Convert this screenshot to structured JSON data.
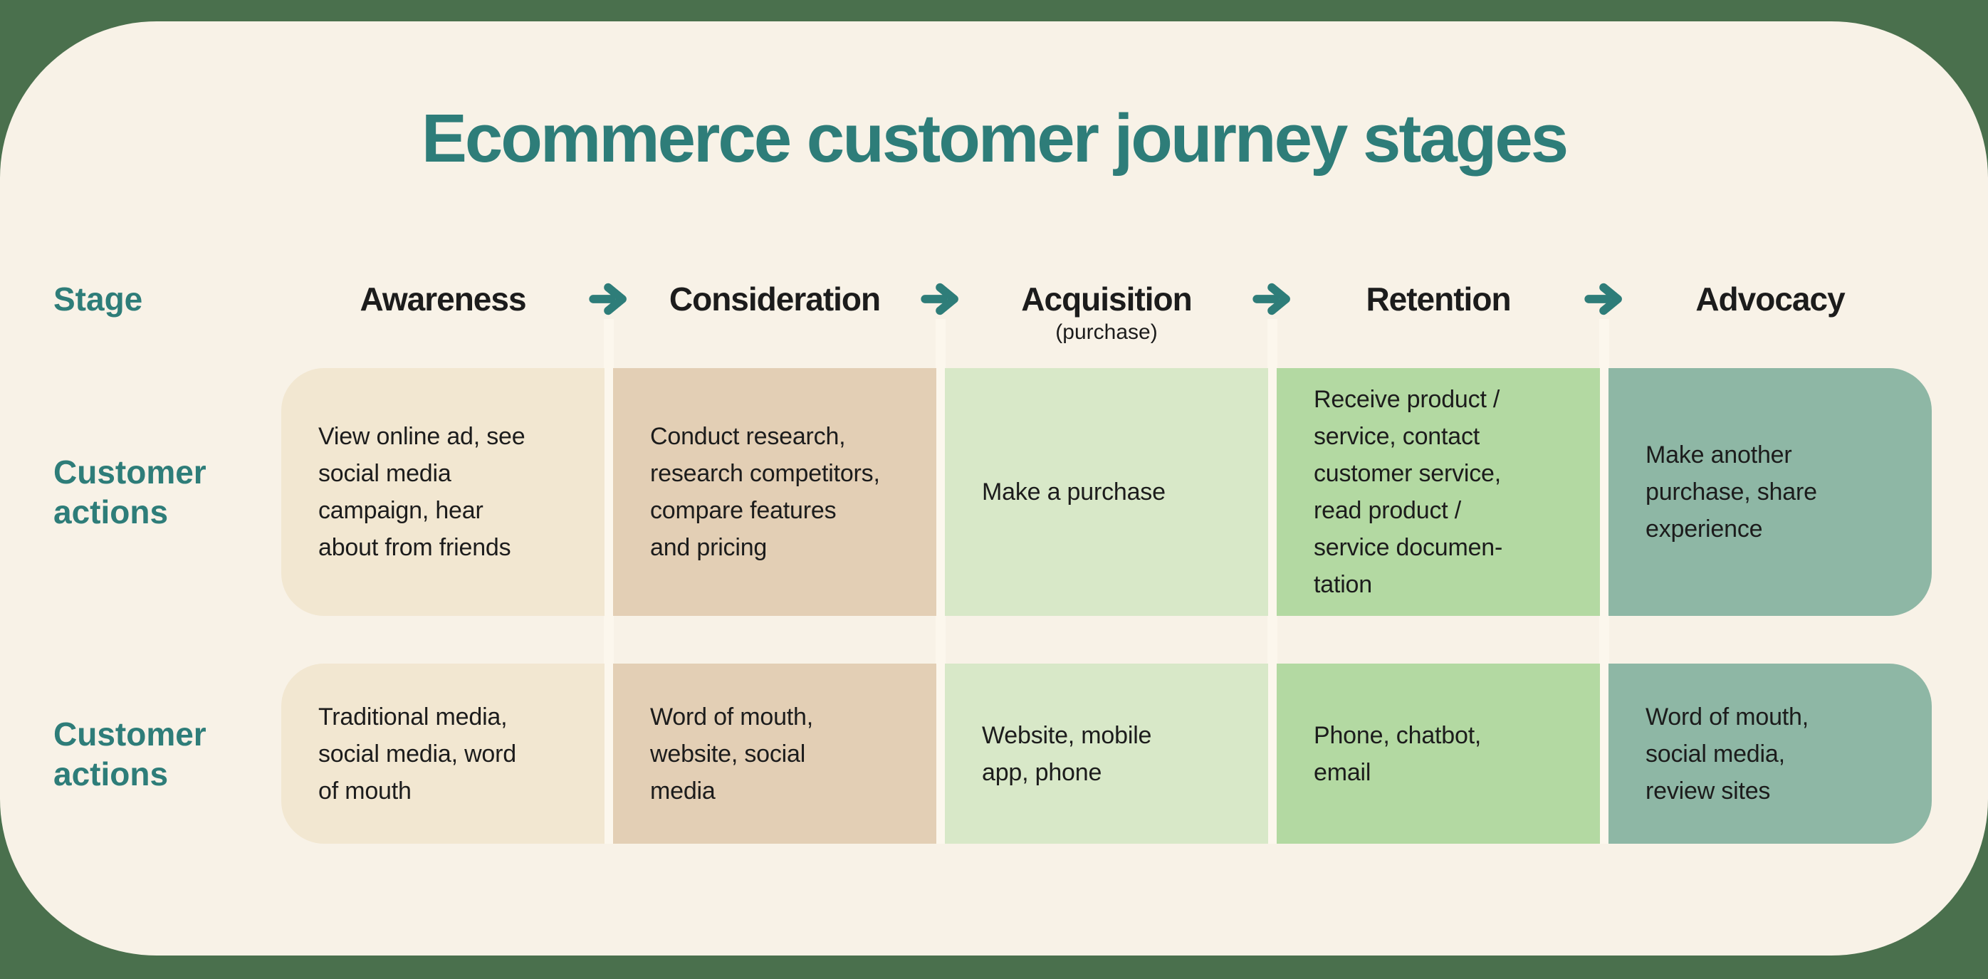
{
  "title": "Ecommerce customer journey stages",
  "palette": {
    "page_background": "#4a704d",
    "card_background": "#f8f2e7",
    "stripe": "#fcf7ed",
    "accent": "#2e7d79",
    "text": "#1c1c1c",
    "columns": [
      "#f2e7d1",
      "#e3cfb5",
      "#d8e8c8",
      "#b3d9a2",
      "#8eb7a5"
    ]
  },
  "stage_row": {
    "label": "Stage",
    "arrow_icon": "arrow-right-icon",
    "stages": [
      {
        "name": "Awareness"
      },
      {
        "name": "Consideration"
      },
      {
        "name": "Acquisition",
        "sub": "(purchase)"
      },
      {
        "name": "Retention"
      },
      {
        "name": "Advocacy"
      }
    ]
  },
  "rows": [
    {
      "label": [
        "Customer",
        "actions"
      ],
      "cells": [
        [
          "View online ad, see",
          "social media",
          "campaign, hear",
          "about from friends"
        ],
        [
          "Conduct research,",
          "research competitors,",
          "compare features",
          "and pricing"
        ],
        [
          "Make a purchase"
        ],
        [
          "Receive product /",
          "service, contact",
          "customer service,",
          "read product /",
          "service documen-",
          "tation"
        ],
        [
          "Make another",
          "purchase, share",
          "experience"
        ]
      ]
    },
    {
      "label": [
        "Customer",
        "actions"
      ],
      "cells": [
        [
          "Traditional media,",
          "social media, word",
          "of mouth"
        ],
        [
          "Word of mouth,",
          "website, social",
          "media"
        ],
        [
          "Website, mobile",
          "app, phone"
        ],
        [
          "Phone, chatbot,",
          "email"
        ],
        [
          "Word of mouth,",
          "social media,",
          "review sites"
        ]
      ]
    }
  ]
}
